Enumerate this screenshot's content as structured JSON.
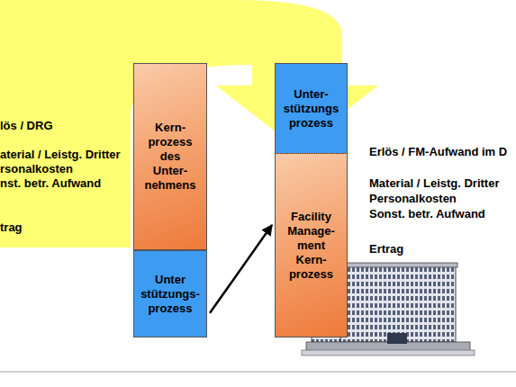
{
  "diagram": {
    "nodes": [
      {
        "text": [
          "Kern- prozess des Unter- nehmens"
        ]
      },
      {
        "text": [
          "Unter stützungs- prozess"
        ]
      },
      {
        "text": [
          "Unter- stützungs prozess"
        ]
      },
      {
        "text": [
          "Facility Manage- ment Kern- prozess"
        ]
      }
    ],
    "edges": [
      {
        "from": 1,
        "to": 3,
        "arrow": "to"
      }
    ],
    "labels": [
      "lös / DRG",
      "aterial / Leistg. Dritter",
      "rsonalkosten",
      "nst. betr. Aufwand",
      "trag",
      "Erlös / FM-Aufwand im D",
      "Material / Leistg. Dritter",
      "Personalkosten",
      "Sonst. betr. Aufwand",
      "Ertrag"
    ]
  }
}
